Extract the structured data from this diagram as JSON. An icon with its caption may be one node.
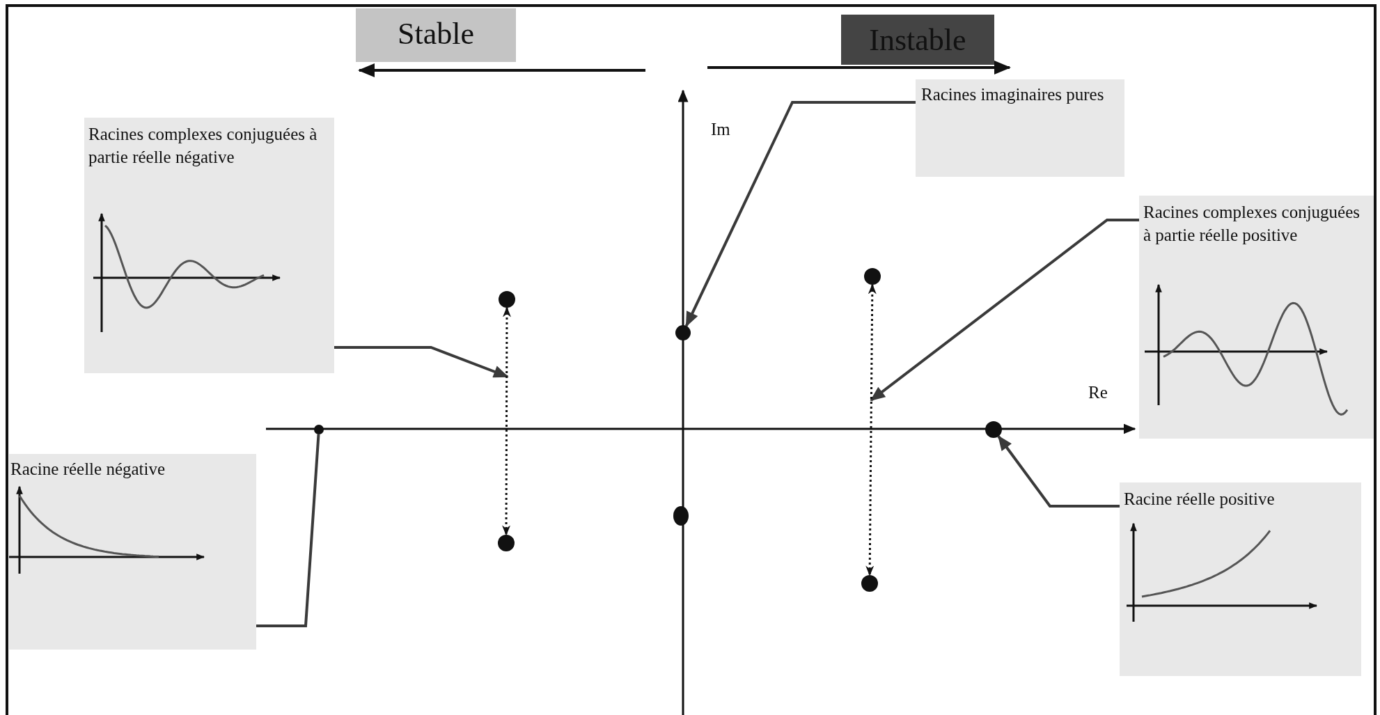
{
  "diagram": {
    "nodes": [
      {
        "text": [
          "Stable"
        ]
      },
      {
        "text": [
          "Instable"
        ]
      },
      {
        "text": [
          "Racines imaginaires pures"
        ]
      },
      {
        "text": [
          "Racines complexes conjuguées à partie réelle négative"
        ]
      },
      {
        "text": [
          "Racines complexes conjuguées à partie réelle positive"
        ]
      },
      {
        "text": [
          "Racine réelle négative"
        ]
      },
      {
        "text": [
          "Racine réelle positive"
        ]
      },
      {
        "text": [],
        "shape": "circle"
      },
      {
        "text": [],
        "shape": "circle"
      },
      {
        "text": [],
        "shape": "circle"
      },
      {
        "text": [],
        "shape": "circle"
      },
      {
        "text": [],
        "shape": "circle"
      },
      {
        "text": [],
        "shape": "circle"
      },
      {
        "text": [],
        "shape": "circle"
      },
      {
        "text": [],
        "shape": "circle"
      }
    ],
    "edges": [
      {
        "from": 3,
        "to": null,
        "arrow": "to"
      },
      {
        "from": 2,
        "to": 10,
        "arrow": "to"
      },
      {
        "from": 4,
        "to": null,
        "arrow": "to"
      },
      {
        "from": 6,
        "to": 14,
        "arrow": "to"
      },
      {
        "from": 5,
        "to": 7,
        "arrow": "none"
      },
      {
        "from": 8,
        "to": 9,
        "arrow": "both",
        "style": "dashed"
      },
      {
        "from": 12,
        "to": 13,
        "arrow": "both",
        "style": "dashed"
      }
    ],
    "labels": [
      "Im",
      "Re"
    ]
  }
}
